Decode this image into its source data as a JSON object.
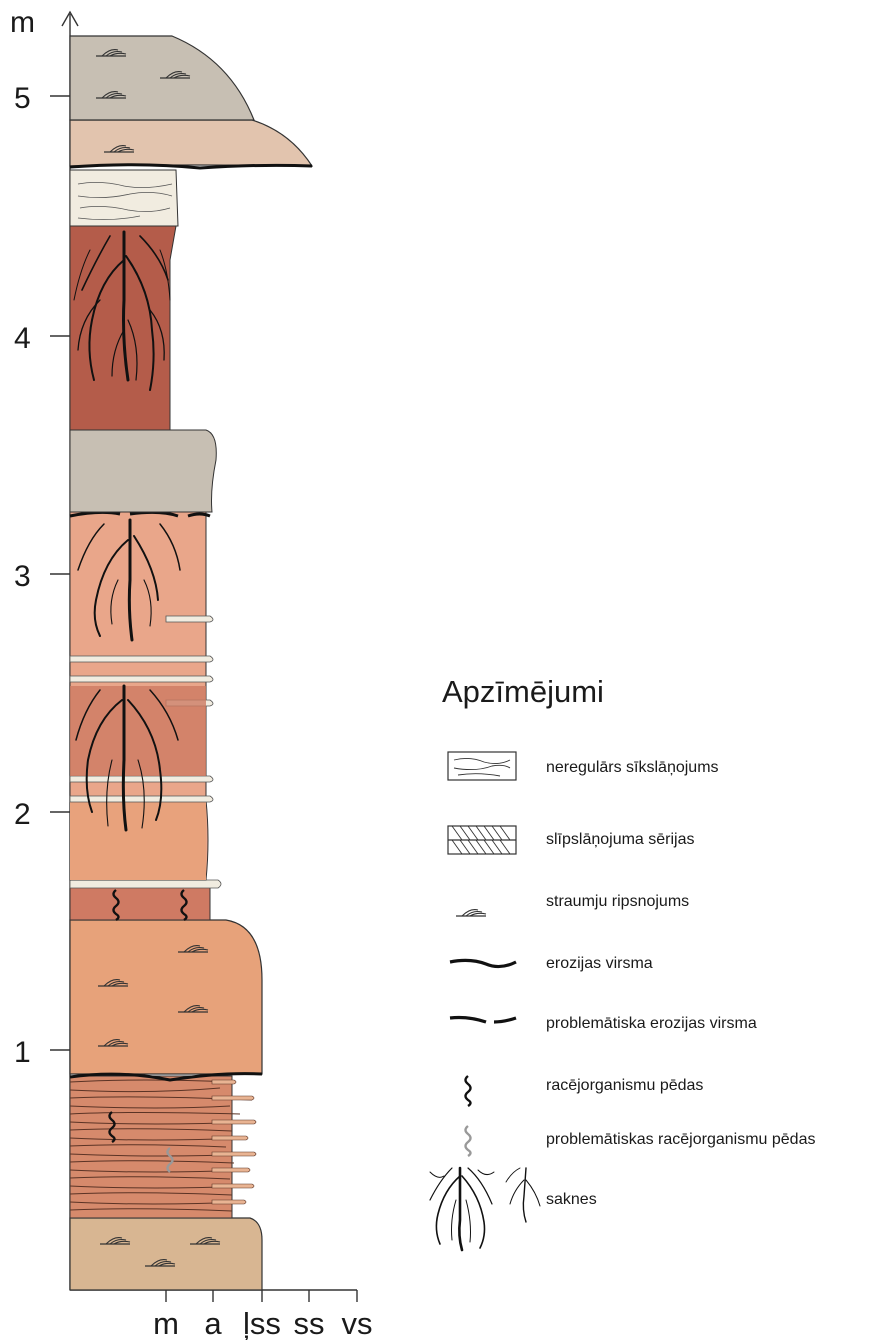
{
  "axis": {
    "unit": "m",
    "ticks": [
      "1",
      "2",
      "3",
      "4",
      "5"
    ],
    "grain_sizes": [
      "m",
      "a",
      "ļss",
      "ss",
      "vs"
    ]
  },
  "legend": {
    "title": "Apzīmējumi",
    "items": [
      {
        "icon": "irregular-lamination-icon",
        "label": "neregulārs sīkslāņojums"
      },
      {
        "icon": "cross-bedding-icon",
        "label": "slīpslāņojuma sērijas"
      },
      {
        "icon": "ripple-icon",
        "label": "straumju ripsnojums"
      },
      {
        "icon": "erosion-surface-icon",
        "label": "erozijas virsma"
      },
      {
        "icon": "problematic-erosion-icon",
        "label": "problemātiska erozijas virsma"
      },
      {
        "icon": "burrow-icon",
        "label": "racējorganismu pēdas"
      },
      {
        "icon": "problematic-burrow-icon",
        "label": "problemātiskas racējorganismu pēdas"
      },
      {
        "icon": "roots-icon",
        "label": "saknes"
      }
    ]
  },
  "colors": {
    "grey_silt": "#c7bfb3",
    "pink_sand": "#e2c4ae",
    "cream": "#f1ece0",
    "red_mud": "#b45c4a",
    "salmon": "#e9a68a",
    "orange_sand": "#e7a27a",
    "brick": "#cf7a63",
    "laminated": "#d68a6c",
    "tan_base": "#d8b692"
  }
}
